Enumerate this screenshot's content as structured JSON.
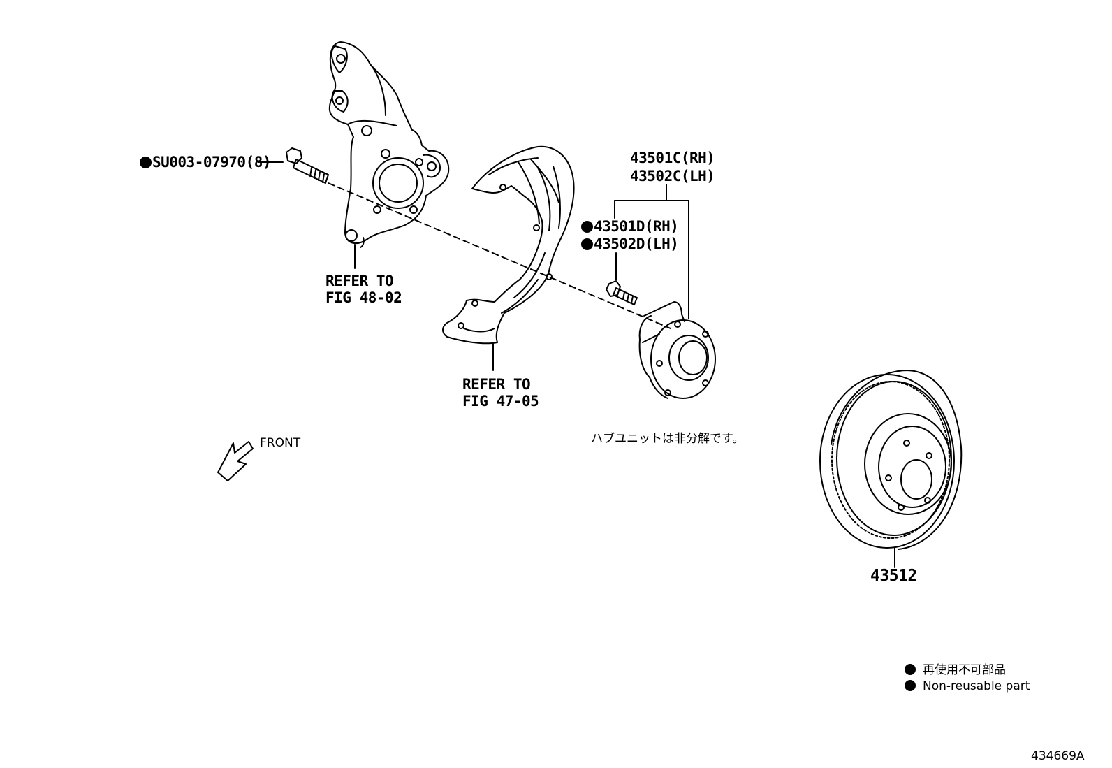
{
  "parts": {
    "bolt": "SU003-07970(8)",
    "hub_rh": "43501C(RH)",
    "hub_lh": "43502C(LH)",
    "stud_rh": "43501D(RH)",
    "stud_lh": "43502D(LH)",
    "rotor": "43512"
  },
  "refs": {
    "knuckle_line1": "REFER TO",
    "knuckle_line2": "FIG 48-02",
    "shield_line1": "REFER TO",
    "shield_line2": "FIG 47-05"
  },
  "front_label": "FRONT",
  "note_jp": "ハブユニットは非分解です。",
  "legend": {
    "jp": "再使用不可部品",
    "en": "Non-reusable part"
  },
  "figure_id": "434669A"
}
